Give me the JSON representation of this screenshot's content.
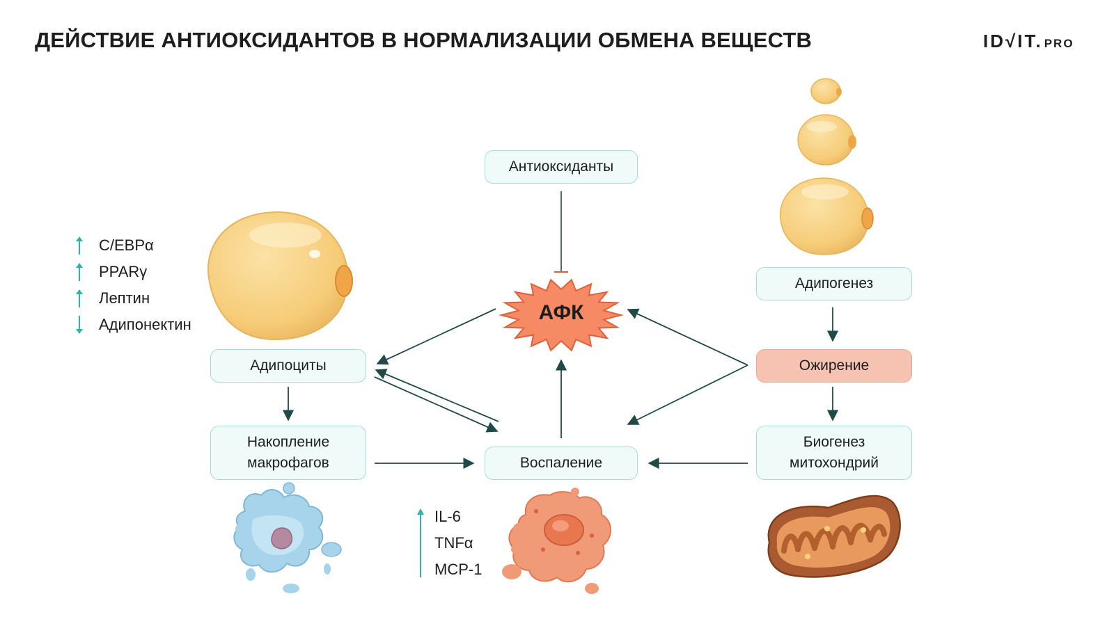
{
  "header": {
    "title": "ДЕЙСТВИЕ АНТИОКСИДАНТОВ В НОРМАЛИЗАЦИИ ОБМЕНА ВЕЩЕСТВ",
    "logo_main": "ID√IT.",
    "logo_suffix": "PRO"
  },
  "nodes": {
    "antioxidants": "Антиоксиданты",
    "afk": "АФК",
    "adipocytes": "Адипоциты",
    "adipogenesis": "Адипогенез",
    "obesity": "Ожирение",
    "macrophage_line1": "Накопление",
    "macrophage_line2": "макрофагов",
    "inflammation": "Воспаление",
    "mito_line1": "Биогенез",
    "mito_line2": "митохондрий"
  },
  "adipocyte_markers": [
    {
      "label": "C/EBPα",
      "direction": "up"
    },
    {
      "label": "PPARγ",
      "direction": "up"
    },
    {
      "label": "Лептин",
      "direction": "up"
    },
    {
      "label": "Адипонектин",
      "direction": "down"
    }
  ],
  "cytokines": [
    "IL-6",
    "TNFα",
    "MCP-1"
  ],
  "colors": {
    "box_fill": "#effaf9",
    "box_border": "#a8dcd9",
    "obesity_fill": "#f6c3b3",
    "arrow": "#1f4a48",
    "inhibit": "#e0603a",
    "afk_fill": "#f58a64",
    "marker_arrow": "#2bb5ad",
    "fat_cell": "#f7cf7c",
    "macrophage": "#9bcde6",
    "inflamed_cell": "#ef8c68",
    "mitochondrion": "#b8673a"
  },
  "icons": [
    "fat-cell-icon",
    "macrophage-icon",
    "inflamed-cell-icon",
    "mitochondrion-icon"
  ]
}
